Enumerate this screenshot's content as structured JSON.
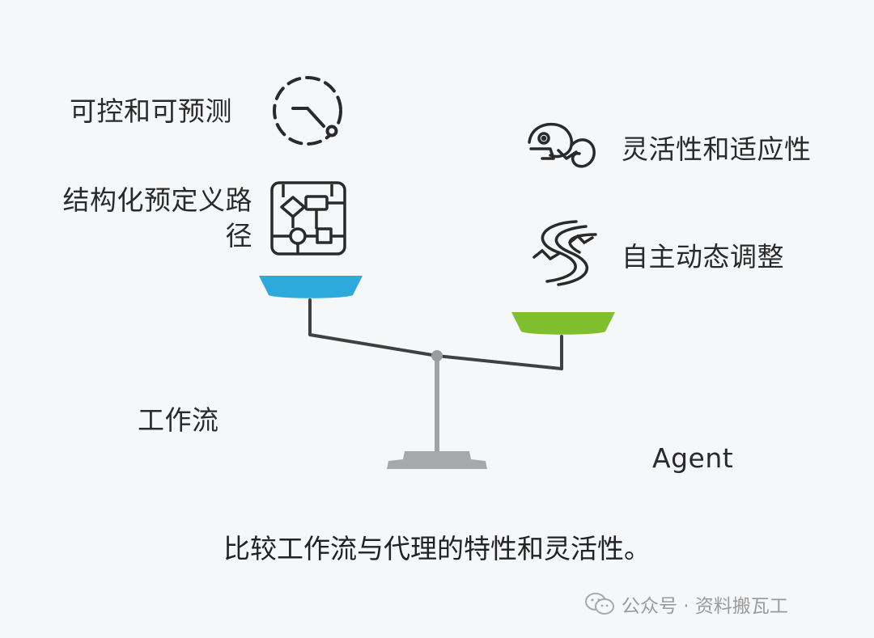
{
  "left": {
    "title": "工作流",
    "features": [
      {
        "label": "可控和可预测",
        "icon": "dashed-circle-turn-icon"
      },
      {
        "label_line1": "结构化预定义路",
        "label_line2": "径",
        "icon": "circuit-flowchart-icon"
      }
    ],
    "pan_color": "#2ea9db"
  },
  "right": {
    "title": "Agent",
    "features": [
      {
        "label": "灵活性和适应性",
        "icon": "chameleon-icon"
      },
      {
        "label": "自主动态调整",
        "icon": "winding-river-icon"
      }
    ],
    "pan_color": "#7fbf2e"
  },
  "caption": "比较工作流与代理的特性和灵活性。",
  "watermark": {
    "text": "公众号 · 资料搬瓦工",
    "icon": "wechat-icon"
  }
}
